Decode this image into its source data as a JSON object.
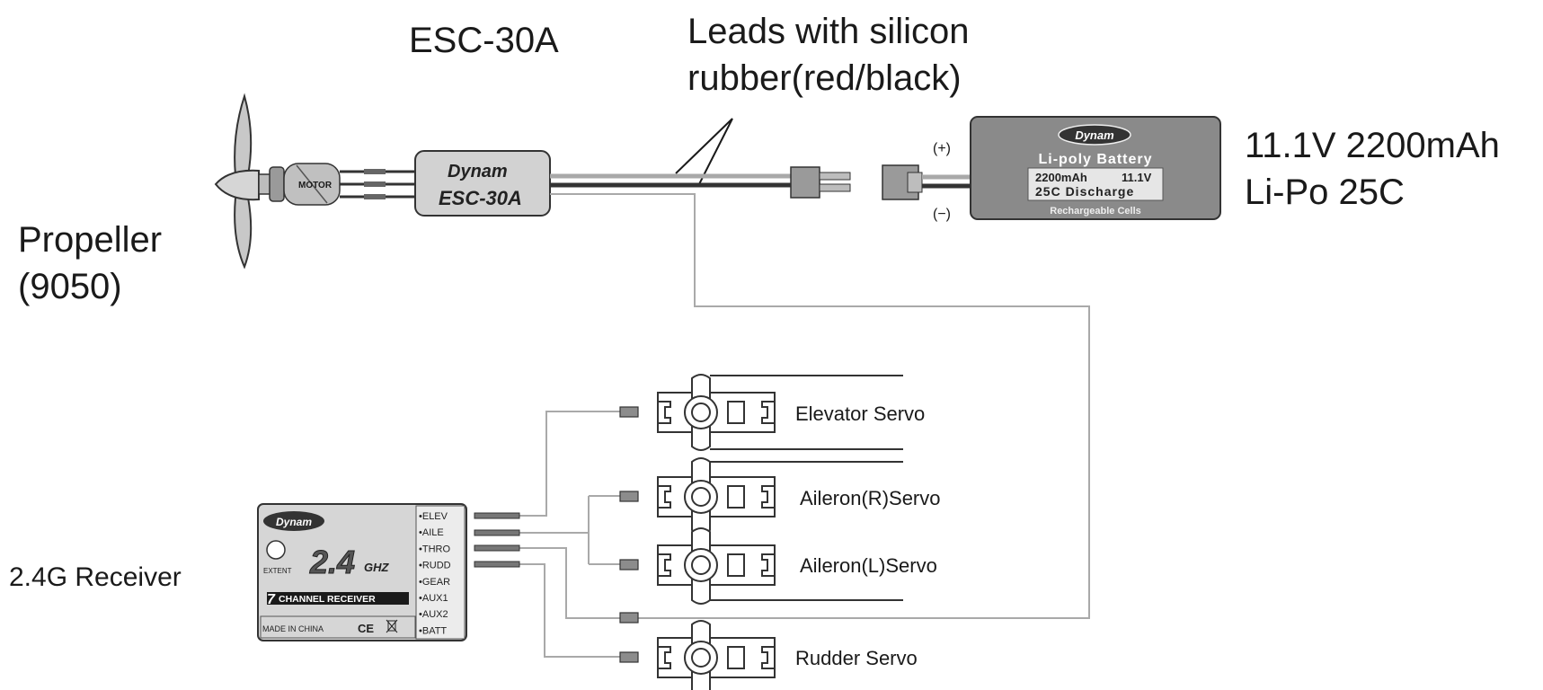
{
  "labels": {
    "esc_title": "ESC-30A",
    "leads_line1": "Leads with silicon",
    "leads_line2": "rubber(red/black)",
    "battery_spec_line1": "11.1V 2200mAh",
    "battery_spec_line2": "Li-Po  25C",
    "propeller_line1": "Propeller",
    "propeller_line2": "(9050)",
    "receiver_label": "2.4G  Receiver",
    "elevator_servo": "Elevator  Servo",
    "aileron_r_servo": "Aileron(R)Servo",
    "aileron_l_servo": "Aileron(L)Servo",
    "rudder_servo": "Rudder  Servo"
  },
  "motor": {
    "label": "MOTOR"
  },
  "esc": {
    "brand": "Dynam",
    "model": "ESC-30A"
  },
  "battery": {
    "brand": "Dynam",
    "plus": "(+)",
    "minus": "(−)",
    "title": "Li-poly Battery",
    "capacity": "2200mAh",
    "voltage": "11.1V",
    "discharge": "25C Discharge",
    "footer": "Rechargeable Cells"
  },
  "receiver": {
    "brand": "Dynam",
    "band": "2.4",
    "band_unit": "GHZ",
    "extent": "EXTENT",
    "channels_num": "7",
    "channels_text": "CHANNEL RECEIVER",
    "made_in": "MADE IN CHINA",
    "ce_mark": "CE",
    "ports": [
      "•ELEV",
      "•AILE",
      "•THRO",
      "•RUDD",
      "•GEAR",
      "•AUX1",
      "•AUX2",
      "•BATT"
    ]
  },
  "colors": {
    "esc_body": "#d2d2d2",
    "battery_body": "#8a8a8a",
    "wire_gray": "#a9a9a9",
    "wire_dark": "#333333"
  }
}
